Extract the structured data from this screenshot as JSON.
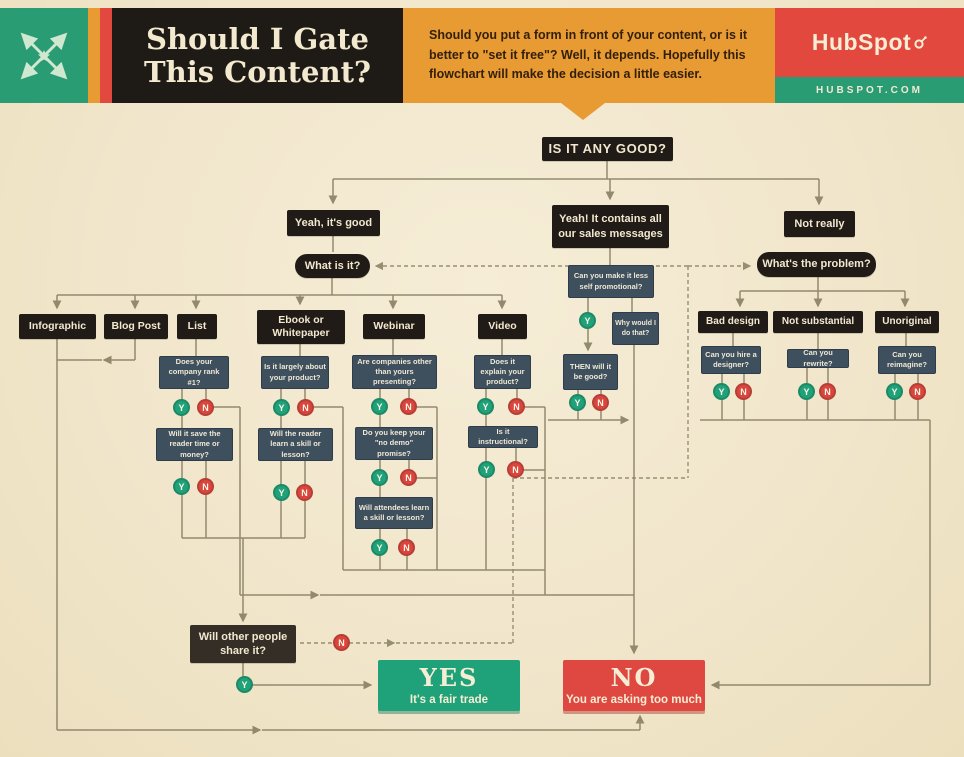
{
  "header": {
    "title": [
      "Should I Gate",
      "This Content?"
    ],
    "subtitle": "Should you put a form in front of your content, or is it better to \"set it free\"? Well, it depends. Hopefully this flowchart will make the decision a little easier.",
    "brand": "HubSpot",
    "site": "HUBSPOT.COM"
  },
  "yn": {
    "yes": "Y",
    "no": "N"
  },
  "nodes": {
    "is_it_any_good": "IS IT ANY GOOD?",
    "yeah_good": "Yeah, it's good",
    "yeah_sales": "Yeah! It contains all our sales messages",
    "not_really": "Not really",
    "what_is_it": "What is it?",
    "whats_the_problem": "What's the problem?",
    "infographic": "Infographic",
    "blog_post": "Blog Post",
    "list": "List",
    "ebook": "Ebook or Whitepaper",
    "webinar": "Webinar",
    "video": "Video",
    "bad_design": "Bad design",
    "not_substantial": "Not substantial",
    "unoriginal": "Unoriginal",
    "q_company_rank": "Does your company rank #1?",
    "q_save_time_money": "Will it save the reader time or money?",
    "q_largely_product": "Is it largely about your product?",
    "q_reader_learn": "Will the reader learn a skill or lesson?",
    "q_companies_presenting": "Are companies other than yours presenting?",
    "q_no_demo": "Do you keep your \"no demo\" promise?",
    "q_attendees_learn": "Will attendees learn a skill or lesson?",
    "q_explain_product": "Does it explain your product?",
    "q_instructional": "Is it instructional?",
    "q_less_promotional": "Can you make it less self promotional?",
    "why_would_i": "Why would I do that?",
    "then_good": "THEN will it be good?",
    "q_hire_designer": "Can you hire a designer?",
    "q_rewrite": "Can you rewrite?",
    "q_reimagine": "Can you reimagine?",
    "share_it": "Will other people share it?",
    "yes_title": "YES",
    "yes_sub": "It's a fair trade",
    "no_title": "NO",
    "no_sub": "You are asking too much"
  },
  "colors": {
    "header_green": "#2a9c74",
    "header_orange": "#e89a33",
    "header_red": "#e2483d",
    "box_black": "#201b16",
    "box_slate": "#3e4f5d",
    "yes_green": "#1fa179",
    "no_red": "#d9463e",
    "background_cream": "#f1e6cb",
    "line": "#8d8569"
  }
}
